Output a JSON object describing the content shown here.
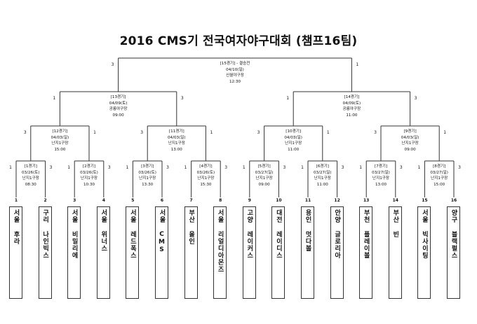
{
  "title": "2016 CMS기 전국여자야구대회 (챔프16팀)",
  "final": {
    "label": "[15경기] - 결승전",
    "date": "04/10(일)",
    "venue": "신월야구장",
    "time": "12:30",
    "scores": [
      "3",
      "1"
    ]
  },
  "semis": [
    {
      "label": "[13경기]",
      "date": "04/09(토)",
      "venue": "공릉야구장",
      "time": "09:00",
      "scores": [
        "1",
        "3"
      ]
    },
    {
      "label": "[14경기]",
      "date": "04/09(토)",
      "venue": "공릉야구장",
      "time": "11:00",
      "scores": [
        "1",
        "3"
      ]
    }
  ],
  "quarters": [
    {
      "label": "[12경기]",
      "date": "04/03(일)",
      "venue": "난지1구장",
      "time": "15:00",
      "scores": [
        "3",
        "1"
      ]
    },
    {
      "label": "[11경기]",
      "date": "04/03(일)",
      "venue": "난지1구장",
      "time": "13:00",
      "scores": [
        "3",
        "1"
      ]
    },
    {
      "label": "[10경기]",
      "date": "04/03(일)",
      "venue": "난지1구장",
      "time": "11:00",
      "scores": [
        "3",
        "1"
      ]
    },
    {
      "label": "[9경기]",
      "date": "04/03(일)",
      "venue": "난지1구장",
      "time": "09:00",
      "scores": [
        "3",
        "1"
      ]
    }
  ],
  "first_round": [
    {
      "label": "[1경기]",
      "date": "03/26(토)",
      "venue": "난지1구장",
      "time": "08:30",
      "scores": [
        "1",
        "3"
      ]
    },
    {
      "label": "[2경기]",
      "date": "03/26(토)",
      "venue": "난지1구장",
      "time": "10:30",
      "scores": [
        "1",
        "3"
      ]
    },
    {
      "label": "[3경기]",
      "date": "03/26(토)",
      "venue": "난지1구장",
      "time": "13:30",
      "scores": [
        "1",
        "3"
      ]
    },
    {
      "label": "[4경기]",
      "date": "03/26(토)",
      "venue": "난지1구장",
      "time": "15:30",
      "scores": [
        "1",
        "3"
      ]
    },
    {
      "label": "[5경기]",
      "date": "03/27(일)",
      "venue": "난지1구장",
      "time": "09:00",
      "scores": [
        "1",
        "3"
      ]
    },
    {
      "label": "[6경기]",
      "date": "03/27(일)",
      "venue": "난지1구장",
      "time": "11:00",
      "scores": [
        "1",
        "3"
      ]
    },
    {
      "label": "[7경기]",
      "date": "03/27(일)",
      "venue": "난지1구장",
      "time": "13:00",
      "scores": [
        "1",
        "3"
      ]
    },
    {
      "label": "[8경기]",
      "date": "03/27(일)",
      "venue": "난지1구장",
      "time": "15:00",
      "scores": [
        "1",
        "3"
      ]
    }
  ],
  "teams": [
    {
      "num": "1",
      "city": "서울",
      "name": "후라"
    },
    {
      "num": "2",
      "city": "구리",
      "name": "나인빅스"
    },
    {
      "num": "3",
      "city": "서울",
      "name": "비밀리에"
    },
    {
      "num": "4",
      "city": "서울",
      "name": "위너스"
    },
    {
      "num": "5",
      "city": "서울",
      "name": "레드폭스"
    },
    {
      "num": "6",
      "city": "서울",
      "name": "CMS"
    },
    {
      "num": "7",
      "city": "부산",
      "name": "올인"
    },
    {
      "num": "8",
      "city": "서울",
      "name": "리얼디아몬즈"
    },
    {
      "num": "9",
      "city": "고양",
      "name": "레이커스"
    },
    {
      "num": "10",
      "city": "대전",
      "name": "레이디스"
    },
    {
      "num": "11",
      "city": "용인",
      "name": "멋다볼"
    },
    {
      "num": "12",
      "city": "안양",
      "name": "글로리아"
    },
    {
      "num": "13",
      "city": "부천",
      "name": "플레이볼"
    },
    {
      "num": "14",
      "city": "부산",
      "name": "빈"
    },
    {
      "num": "15",
      "city": "서울",
      "name": "빅사이팅"
    },
    {
      "num": "16",
      "city": "양구",
      "name": "블랙펄스"
    }
  ]
}
